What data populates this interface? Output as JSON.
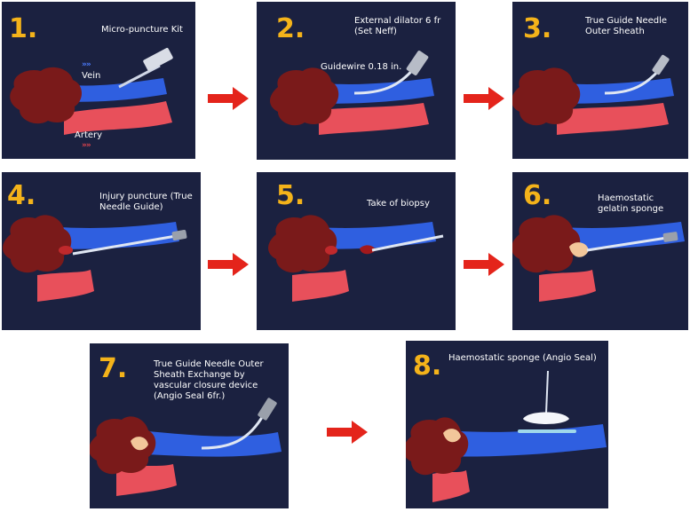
{
  "steps": [
    {
      "number": "1.",
      "caption": "Micro-puncture Kit",
      "labels": {
        "vein": "Vein",
        "artery": "Artery"
      },
      "chevrons": {
        "vein": "»»",
        "artery": "»»"
      }
    },
    {
      "number": "2.",
      "caption": "External dilator 6 fr (Set Neff)",
      "labels": {
        "guidewire": "Guidewire 0.18 in."
      }
    },
    {
      "number": "3.",
      "caption": "True Guide Needle Outer Sheath"
    },
    {
      "number": "4.",
      "caption": "Injury puncture (True Needle Guide)"
    },
    {
      "number": "5.",
      "caption": "Take of biopsy"
    },
    {
      "number": "6.",
      "caption": "Haemostatic gelatin sponge"
    },
    {
      "number": "7.",
      "caption": "True Guide Needle Outer Sheath Exchange by vascular closure device (Angio Seal 6fr.)"
    },
    {
      "number": "8.",
      "caption": "Haemostatic sponge (Angio Seal)"
    }
  ],
  "colors": {
    "panel_bg": "#1b2140",
    "step_number": "#f4b31a",
    "vein": "#2f5fe0",
    "artery": "#e8505b",
    "organ": "#7a1a1a",
    "arrow": "#e4241b",
    "sponge": "#f2c79a"
  }
}
